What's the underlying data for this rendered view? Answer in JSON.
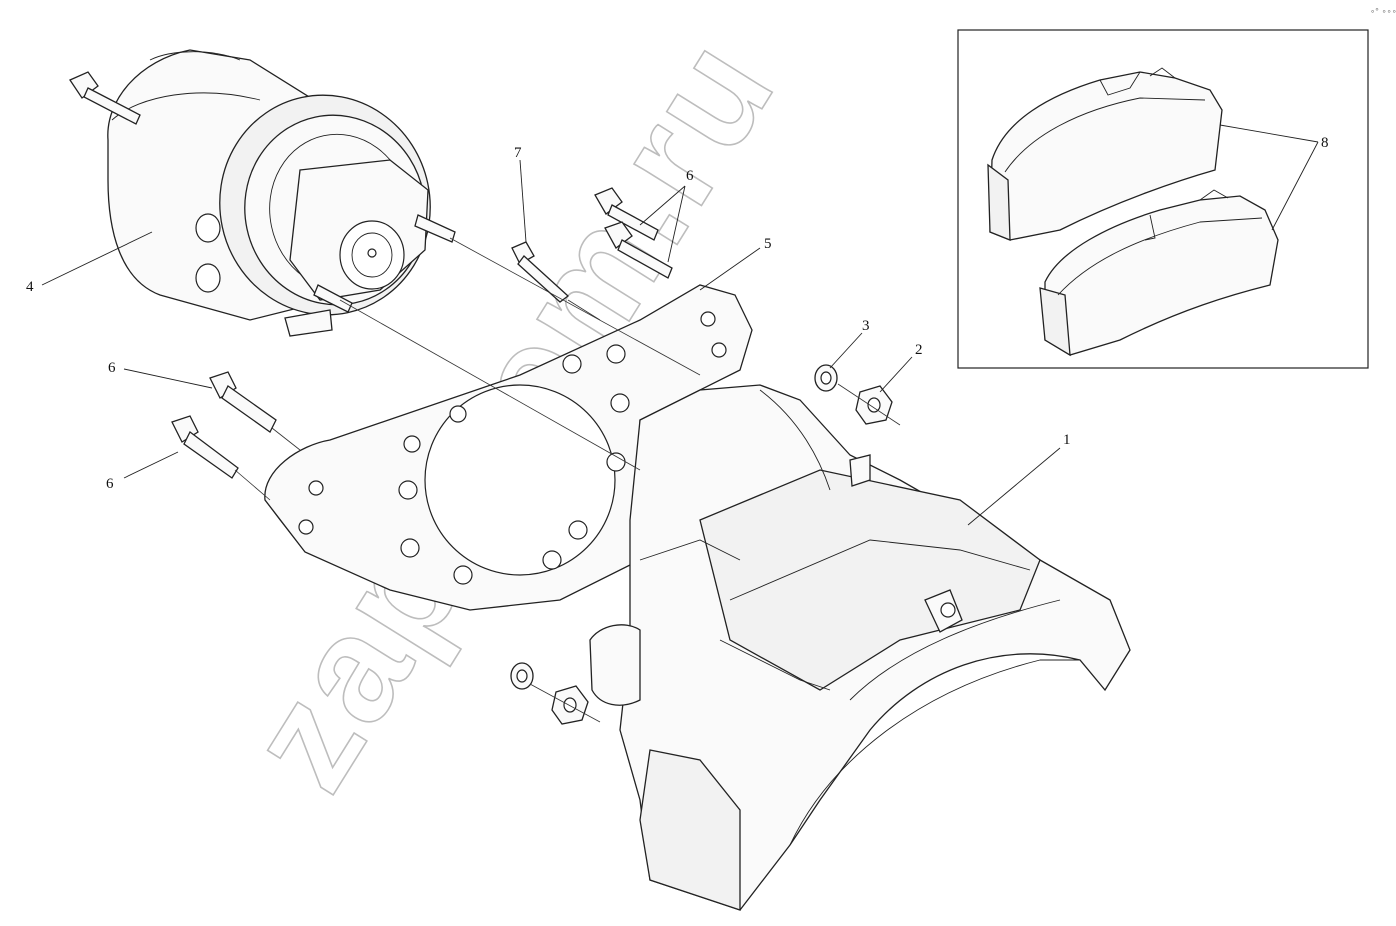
{
  "diagram": {
    "callouts": [
      {
        "id": "c1",
        "label": "1"
      },
      {
        "id": "c2",
        "label": "2"
      },
      {
        "id": "c3",
        "label": "3"
      },
      {
        "id": "c4",
        "label": "4"
      },
      {
        "id": "c5",
        "label": "5"
      },
      {
        "id": "c6a",
        "label": "6"
      },
      {
        "id": "c6b",
        "label": "6"
      },
      {
        "id": "c6c",
        "label": "6"
      },
      {
        "id": "c7",
        "label": "7"
      },
      {
        "id": "c8",
        "label": "8"
      }
    ],
    "watermark": "zapbrem.ru",
    "corner_mark": "∘° ∘∘∘"
  }
}
